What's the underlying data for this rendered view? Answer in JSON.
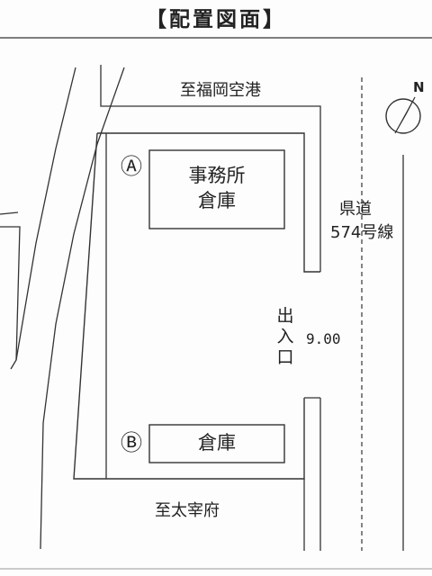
{
  "title": "【配置図面】",
  "labels": {
    "to_airport": "至福岡空港",
    "to_dazaifu": "至太宰府",
    "road_line1": "県道",
    "road_line2": "574号線",
    "entrance": [
      "出",
      "入",
      "口"
    ],
    "width": "9.00",
    "north": "N"
  },
  "buildings": {
    "a": {
      "marker": "Ⓐ",
      "line1": "事務所",
      "line2": "倉庫"
    },
    "b": {
      "marker": "Ⓑ",
      "line1": "倉庫"
    }
  }
}
